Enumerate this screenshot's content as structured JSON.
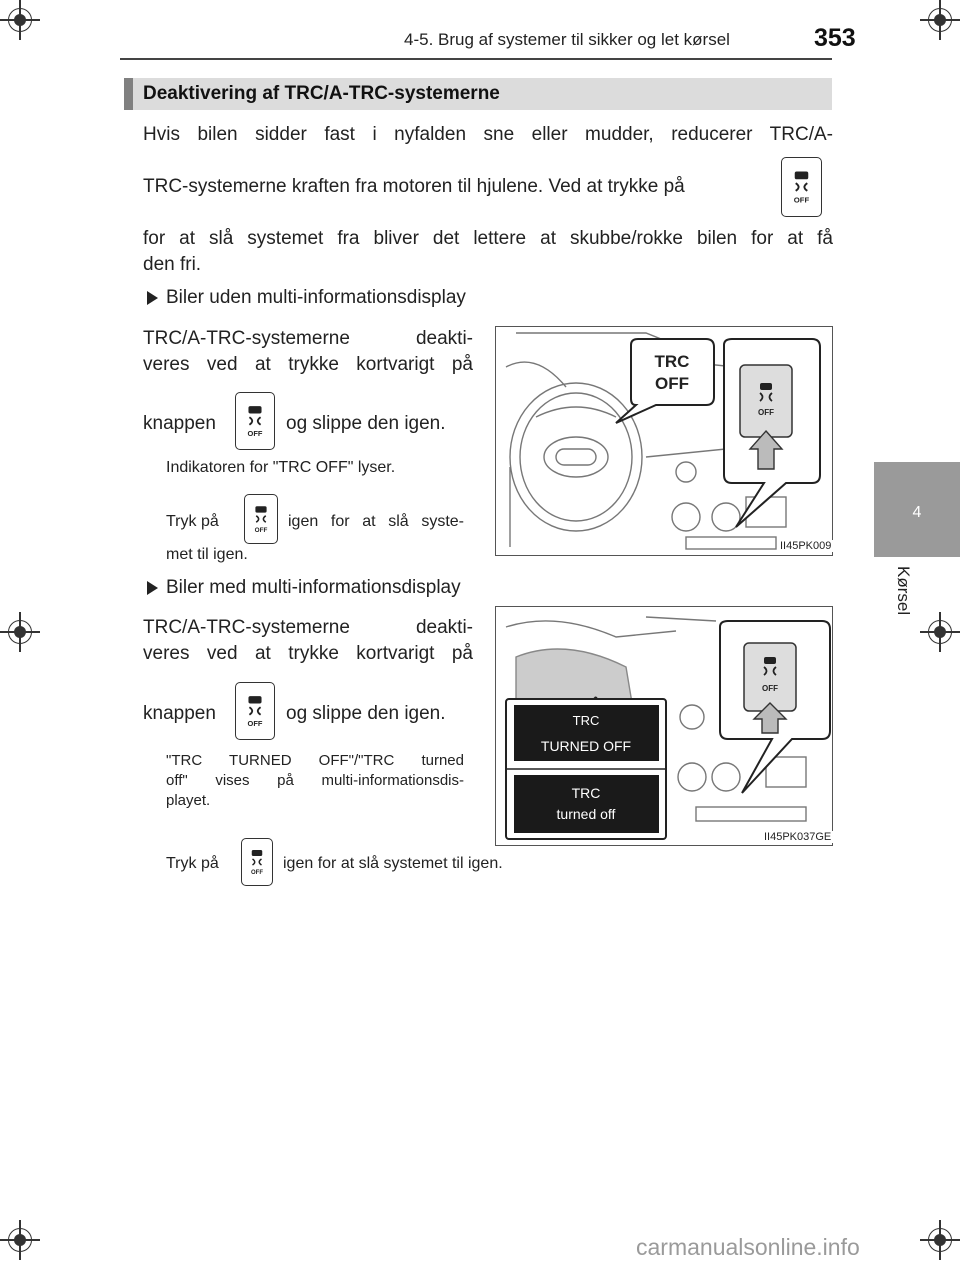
{
  "header": {
    "chapter_title": "4-5. Brug af systemer til sikker og let kørsel",
    "page_number": "353"
  },
  "side_tab": {
    "number": "4",
    "label": "Kørsel"
  },
  "section": {
    "title": "Deaktivering af TRC/A-TRC-systemerne",
    "intro_1": "Hvis bilen sidder fast i nyfalden sne eller mudder, reducerer TRC/A-",
    "intro_2": "TRC-systemerne kraften fra motoren til hjulene. Ved at trykke på",
    "intro_3": "for at slå systemet fra bliver det lettere at skubbe/rokke bilen for at få",
    "intro_4": "den fri."
  },
  "variant_a": {
    "heading": "Biler uden multi-informationsdisplay",
    "line_1": "TRC/A-TRC-systemerne deakti-",
    "line_2": "veres ved at trykke kortvarigt på",
    "line_3a": "knappen",
    "line_3b": "og slippe den igen.",
    "note_1": "Indikatoren for \"TRC OFF\" lyser.",
    "note_2a": "Tryk på",
    "note_2b": "igen for at slå syste-",
    "note_3": "met til igen.",
    "figure_code": "II45PK009",
    "callout_line1": "TRC",
    "callout_line2": "OFF",
    "button_label": "OFF"
  },
  "variant_b": {
    "heading": "Biler med multi-informationsdisplay",
    "line_1": "TRC/A-TRC-systemerne deakti-",
    "line_2": "veres ved at trykke kortvarigt på",
    "line_3a": "knappen",
    "line_3b": "og slippe den igen.",
    "note_1": "\"TRC TURNED OFF\"/\"TRC turned",
    "note_2": "off\" vises på multi-informationsdis-",
    "note_3": "playet.",
    "note_4a": "Tryk på",
    "note_4b": "igen for at slå systemet til igen.",
    "figure_code": "II45PK037GE",
    "display1_line1": "TRC",
    "display1_line2": "TURNED OFF",
    "display2_line1": "TRC",
    "display2_line2": "turned off",
    "button_label": "OFF"
  },
  "footer": {
    "watermark": "carmanualsonline.info"
  },
  "colors": {
    "section_bar": "#dcdcdc",
    "section_bar_accent": "#808080",
    "side_tab": "#9a9a9a",
    "display_bg": "#1a1a1a"
  }
}
